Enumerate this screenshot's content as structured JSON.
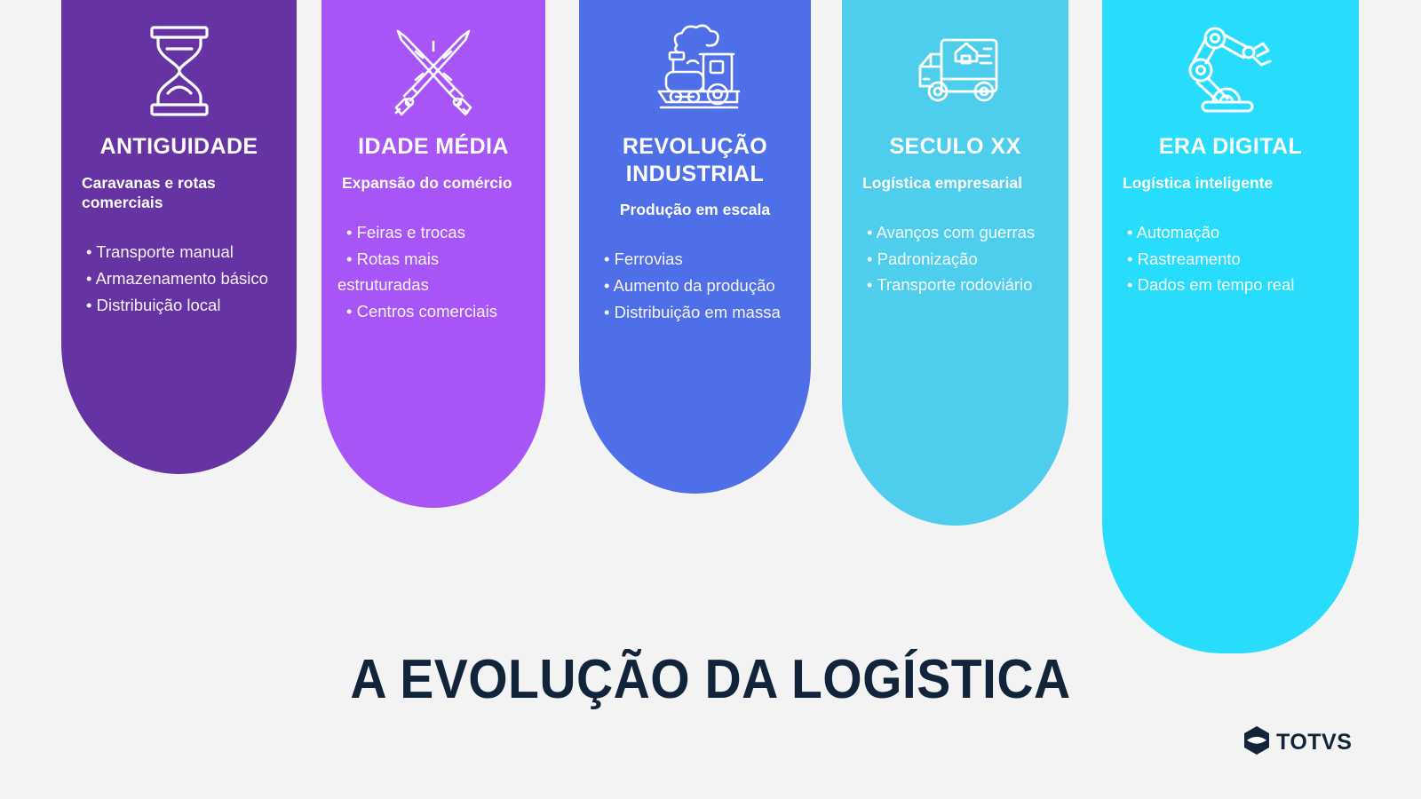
{
  "page": {
    "background_color": "#f3f3f4",
    "main_title": "A EVOLUÇÃO DA LOGÍSTICA",
    "title_color": "#11243a"
  },
  "logo": {
    "name": "totvs-logo",
    "text": "TOTVS",
    "color": "#11243a",
    "mark_icon": "hexagon-lens-icon"
  },
  "columns": [
    {
      "id": "antiguidade",
      "title": "ANTIGUIDADE",
      "subtitle": "Caravanas e rotas comerciais",
      "icon": "hourglass-icon",
      "color": "#6633a3",
      "bullets": [
        "• Transporte manual",
        "• Armazenamento básico",
        "• Distribuição local"
      ]
    },
    {
      "id": "idade-media",
      "title": "IDADE MÉDIA",
      "subtitle": "Expansão do comércio",
      "icon": "crossed-swords-icon",
      "color": "#a855f7",
      "bullets": [
        "• Feiras e trocas",
        "• Rotas mais estruturadas",
        "• Centros comerciais"
      ]
    },
    {
      "id": "revolucao-industrial",
      "title": "REVOLUÇÃO INDUSTRIAL",
      "subtitle": "Produção em escala",
      "icon": "steam-train-icon",
      "color": "#4f6fe8",
      "bullets": [
        "• Ferrovias",
        "• Aumento da produção",
        "• Distribuição em massa"
      ]
    },
    {
      "id": "seculo-xx",
      "title": "SECULO XX",
      "subtitle": "Logística empresarial",
      "icon": "delivery-truck-icon",
      "color": "#4ecdec",
      "bullets": [
        "• Avanços com guerras",
        "• Padronização",
        "• Transporte rodoviário"
      ]
    },
    {
      "id": "era-digital",
      "title": "ERA DIGITAL",
      "subtitle": "Logística inteligente",
      "icon": "robotic-arm-icon",
      "color": "#28dcfb",
      "bullets": [
        "• Automação",
        "• Rastreamento",
        "• Dados em tempo real"
      ]
    }
  ]
}
